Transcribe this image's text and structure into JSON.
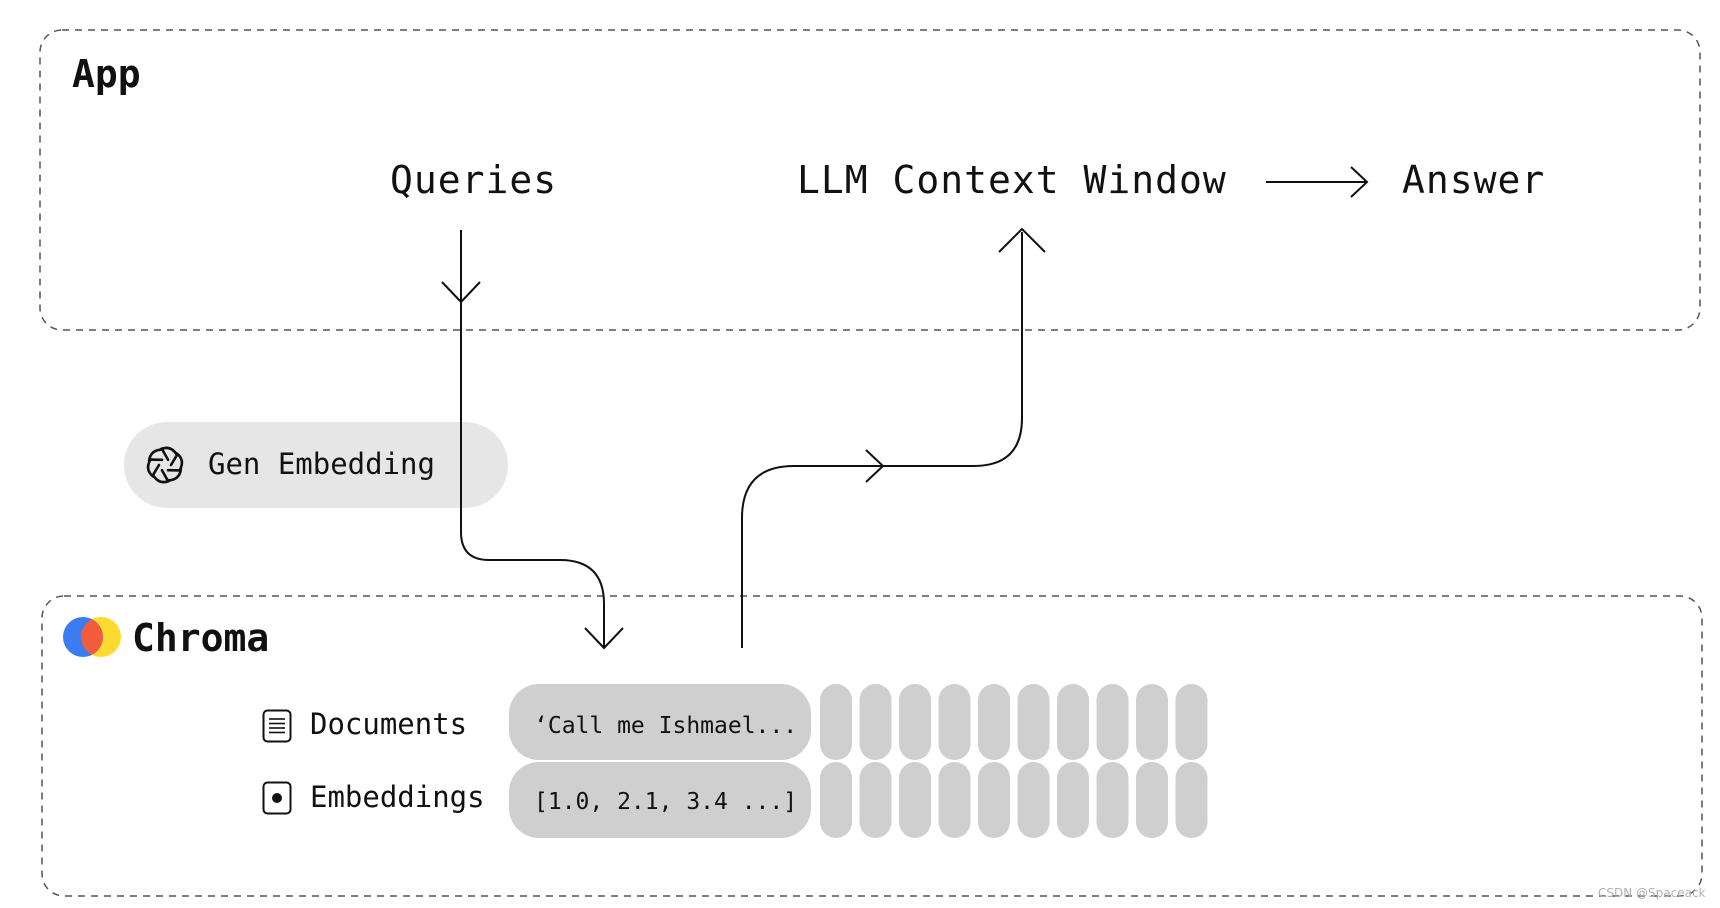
{
  "app_section": {
    "title": "App"
  },
  "nodes": {
    "queries": "Queries",
    "context_window": "LLM Context Window",
    "answer": "Answer"
  },
  "embedding_step": {
    "label": "Gen Embedding",
    "icon": "openai-logo-icon"
  },
  "chroma_section": {
    "title": "Chroma",
    "logo": {
      "icon": "chroma-logo-icon",
      "colors": [
        "#3b7cf0",
        "#f25c3a",
        "#fddb2e"
      ]
    },
    "documents": {
      "label": "Documents",
      "icon": "document-icon",
      "sample": "‘Call me Ishmael..."
    },
    "embeddings": {
      "label": "Embeddings",
      "icon": "embedding-icon",
      "sample": "[1.0, 2.1, 3.4 ...]"
    },
    "empty_columns": 10
  },
  "watermark": "CSDN @Spaceack",
  "colors": {
    "line": "#111111",
    "cell": "#cfcfcf",
    "pill": "#e6e6e6",
    "dashed_border": "#555555"
  }
}
